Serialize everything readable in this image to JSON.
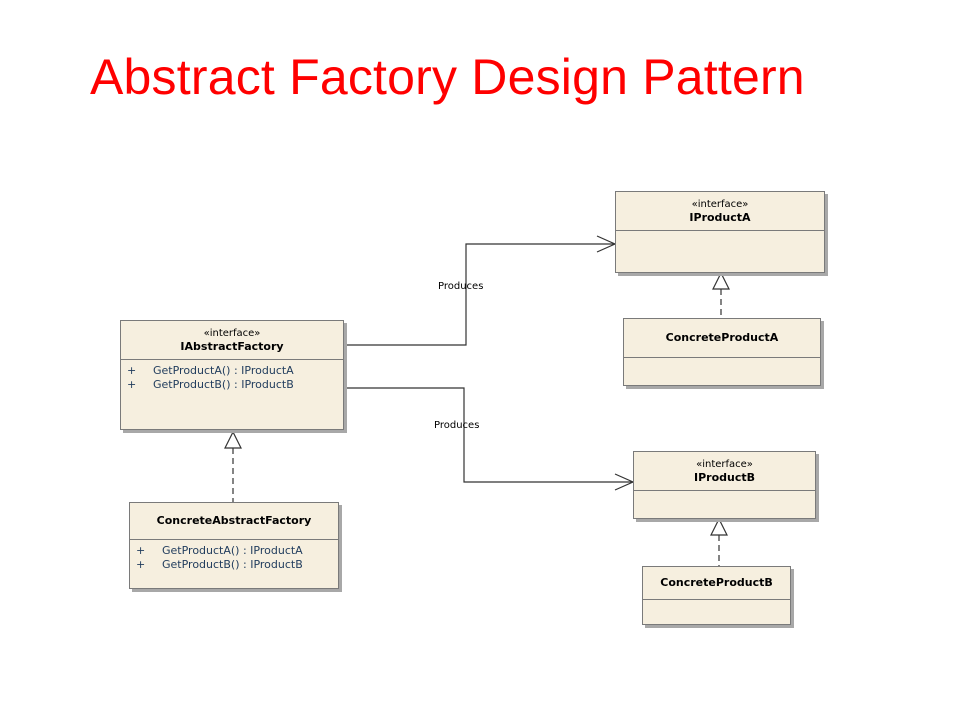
{
  "title": "Abstract Factory Design Pattern",
  "classes": {
    "iabstract_factory": {
      "stereotype": "«interface»",
      "name": "IAbstractFactory",
      "operations": [
        {
          "visibility": "+",
          "signature": "GetProductA() : IProductA"
        },
        {
          "visibility": "+",
          "signature": "GetProductB() : IProductB"
        }
      ]
    },
    "concrete_abstract_factory": {
      "name": "ConcreteAbstractFactory",
      "operations": [
        {
          "visibility": "+",
          "signature": "GetProductA() : IProductA"
        },
        {
          "visibility": "+",
          "signature": "GetProductB() : IProductB"
        }
      ]
    },
    "iproduct_a": {
      "stereotype": "«interface»",
      "name": "IProductA"
    },
    "concrete_product_a": {
      "name": "ConcreteProductA"
    },
    "iproduct_b": {
      "stereotype": "«interface»",
      "name": "IProductB"
    },
    "concrete_product_b": {
      "name": "ConcreteProductB"
    }
  },
  "relations": {
    "produces_a": {
      "from": "IAbstractFactory",
      "to": "IProductA",
      "label": "Produces",
      "type": "dependency"
    },
    "produces_b": {
      "from": "IAbstractFactory",
      "to": "IProductB",
      "label": "Produces",
      "type": "dependency"
    },
    "realizes_factory": {
      "from": "ConcreteAbstractFactory",
      "to": "IAbstractFactory",
      "type": "realization"
    },
    "realizes_a": {
      "from": "ConcreteProductA",
      "to": "IProductA",
      "type": "realization"
    },
    "realizes_b": {
      "from": "ConcreteProductB",
      "to": "IProductB",
      "type": "realization"
    }
  }
}
